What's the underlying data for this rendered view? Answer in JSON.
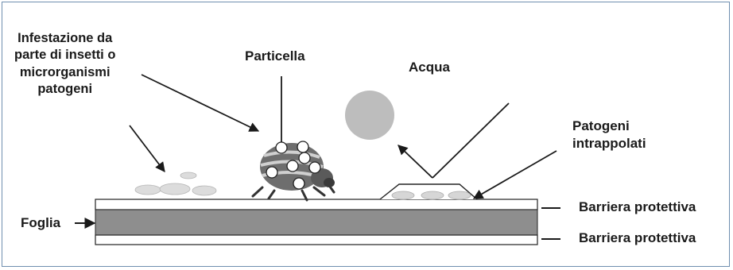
{
  "labels": {
    "infestazione": "Infestazione da\nparte di insetti o\nmicrorganismi\npatogeni",
    "particella": "Particella",
    "acqua": "Acqua",
    "patogeni": "Patogeni\nintrappolati",
    "foglia": "Foglia",
    "barriera_top": "Barriera protettiva",
    "barriera_bottom": "Barriera protettiva"
  },
  "colors": {
    "leaf_band": "#8e8e8e",
    "barrier": "#ffffff",
    "droplet": "#bdbdbd",
    "pathogen": "#d6d6d6",
    "arrow": "#1a1a1a",
    "frame": "#6f8fb0"
  },
  "icons": {
    "insect": "beetle-icon"
  }
}
